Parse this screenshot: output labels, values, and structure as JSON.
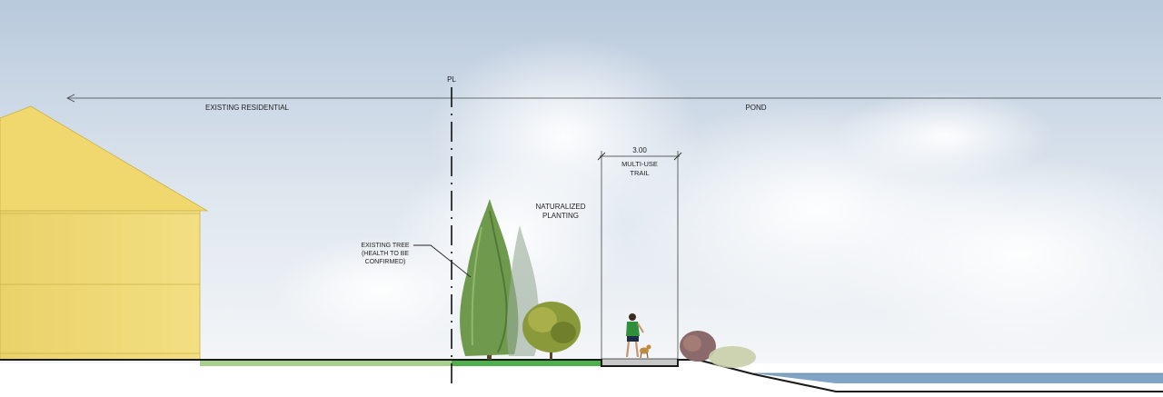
{
  "labels": {
    "existing_residential": "EXISTING RESIDENTIAL",
    "pond": "POND",
    "property_line": "PL",
    "trail_width": "3.00",
    "trail_label_line1": "MULTI-USE",
    "trail_label_line2": "TRAIL",
    "planting_line1": "NATURALIZED",
    "planting_line2": "PLANTING",
    "tree_line1": "EXISTING TREE",
    "tree_line2": "(HEALTH TO BE",
    "tree_line3": "CONFIRMED)"
  },
  "colors": {
    "sky": "#b9c9dc",
    "house": "#f0dc78",
    "lawn": "#a8cf8c",
    "planting_bed": "#4db04a",
    "trail": "#c8c8c8",
    "pond": "#7fa4c4",
    "tree": "#6f9a4e"
  }
}
